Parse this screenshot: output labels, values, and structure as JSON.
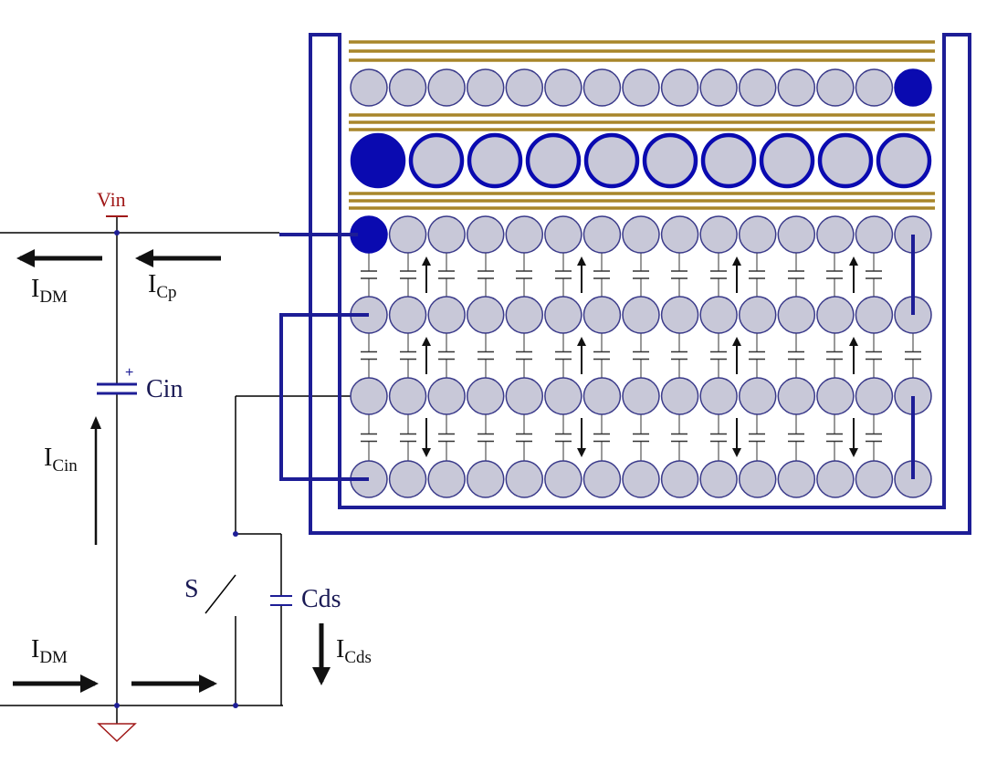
{
  "source_label": "Vin",
  "currents": {
    "idm_top": {
      "main": "I",
      "sub": "DM"
    },
    "icp": {
      "main": "I",
      "sub": "Cp"
    },
    "icin": {
      "main": "I",
      "sub": "Cin"
    },
    "idm_bottom": {
      "main": "I",
      "sub": "DM"
    },
    "icds": {
      "main": "I",
      "sub": "Cds"
    }
  },
  "components": {
    "input_cap": "Cin",
    "input_cap_polarity": "+",
    "switch": "S",
    "drain_source_cap": "Cds"
  },
  "transformer": {
    "top_winding_turns": 15,
    "middle_winding_turns": 10,
    "primary_layers": 4,
    "primary_turns_per_layer": 15,
    "insulation_layers_per_band": 3
  },
  "colors": {
    "wire": "#000000",
    "winding_fill": "#c8c8d8",
    "winding_stroke": "#3a3a8a",
    "active_turn": "#0a0ab0",
    "bobbin": "#1d1d96",
    "insulation": "#a8862a",
    "vin_text": "#a01818",
    "label_text": "#1a1a55"
  }
}
